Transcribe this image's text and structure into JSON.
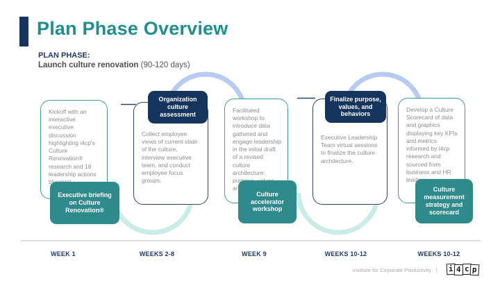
{
  "slide": {
    "title": "Plan Phase Overview",
    "plan_phase_label": "PLAN PHASE:",
    "subtitle_bold": "Launch culture renovation",
    "subtitle_rest": " (90-120 days)"
  },
  "phases": [
    {
      "body": "Kickoff with an interactive executive discussion highlighting i4cp's Culture Renovation® research and 18 leadership actions blueprint.",
      "badge": "Executive briefing on Culture Renovation®",
      "badge_position": "bottom",
      "week": "WEEK 1"
    },
    {
      "body": "Collect employee views of current state of the culture, interview executive team, and conduct employee focus groups.",
      "badge": "Organization culture assessment",
      "badge_position": "top",
      "week": "WEEKS 2-8"
    },
    {
      "body": "Facilitated workshop to introduce data gathered and engage leadership in the initial draft of a revised culture architecture: purpose, values, and behaviors.",
      "badge": "Culture accelerator workshop",
      "badge_position": "bottom",
      "week": "WEEK 9"
    },
    {
      "body": "Executive Leadership Team virtual sessions to finalize the culture architecture.",
      "badge": "Finalize purpose, values, and behaviors",
      "badge_position": "top",
      "week": "WEEKS 10-12"
    },
    {
      "body": "Develop a Culture Scorecard of data and graphics displaying key KPIs and metrics informed by i4cp research and sourced from business and HR leaders.",
      "badge": "Culture measurement strategy and scorecard",
      "badge_position": "bottom",
      "week": "WEEKS 10-12"
    }
  ],
  "footer": {
    "org": "Institute for Corporate Productivity",
    "separator": "|",
    "logo_letters": [
      "i",
      "4",
      "c",
      "p"
    ]
  },
  "colors": {
    "navy": "#16355E",
    "teal": "#2E8A8B",
    "teal_title": "#1F8E90",
    "arc_top": "#B7CBF2",
    "arc_bottom": "#C9ECE8"
  }
}
